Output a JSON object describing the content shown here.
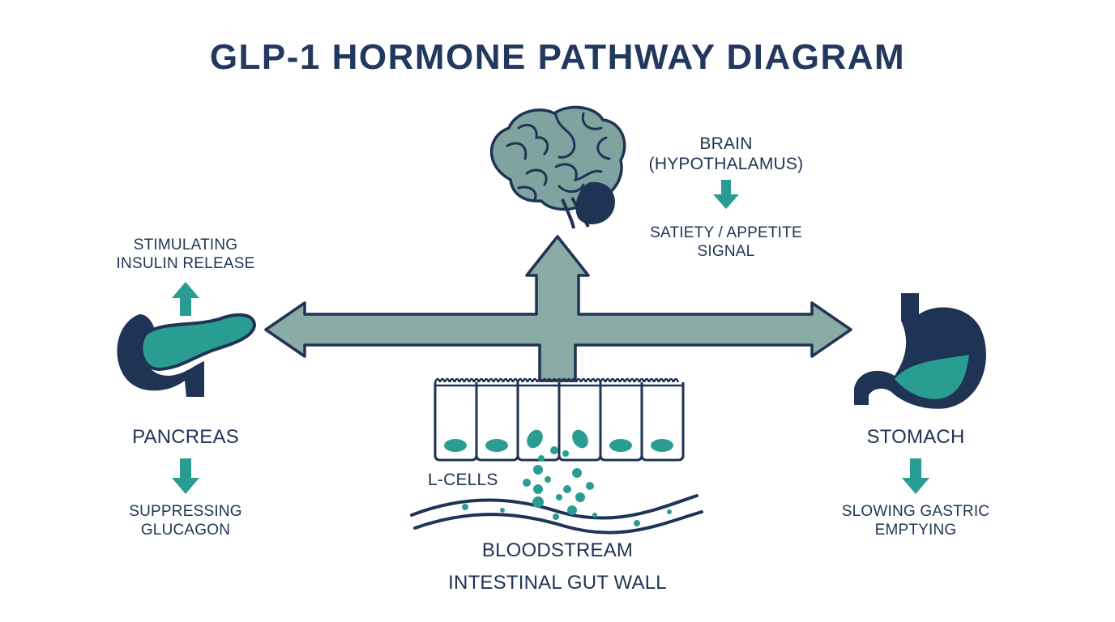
{
  "title": "GLP-1 HORMONE PATHWAY DIAGRAM",
  "colors": {
    "navy": "#1f3354",
    "teal": "#2a9d93",
    "arrow_fill": "#8aaba6",
    "brain_fill": "#7fa39e",
    "background": "#ffffff"
  },
  "brain": {
    "label_line1": "BRAIN",
    "label_line2": "(HYPOTHALAMUS)",
    "effect_line1": "SATIETY / APPETITE",
    "effect_line2": "SIGNAL"
  },
  "pancreas": {
    "label": "PANCREAS",
    "up_effect_line1": "STIMULATING",
    "up_effect_line2": "INSULIN RELEASE",
    "down_effect_line1": "SUPPRESSING",
    "down_effect_line2": "GLUCAGON"
  },
  "stomach": {
    "label": "STOMACH",
    "effect_line1": "SLOWING GASTRIC",
    "effect_line2": "EMPTYING"
  },
  "gut": {
    "cells_label": "L-CELLS",
    "bloodstream_label": "BLOODSTREAM",
    "wall_label": "INTESTINAL GUT WALL"
  },
  "icons": [
    "brain-icon",
    "pancreas-icon",
    "stomach-icon",
    "intestinal-cells-icon",
    "bloodstream-icon",
    "pathway-arrows"
  ]
}
